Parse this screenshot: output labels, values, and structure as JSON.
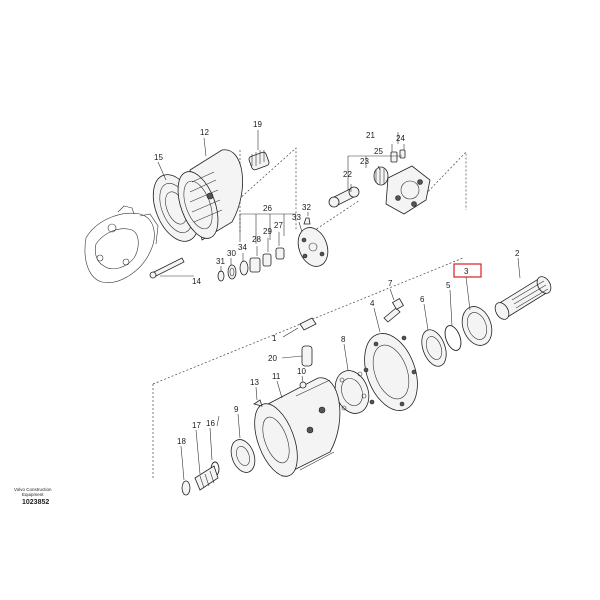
{
  "caption": {
    "brand_line1": "Volvo Construction",
    "brand_line2": "Equipment",
    "drawing_number": "1023852"
  },
  "highlight": {
    "part": "3",
    "color": "#d42020"
  },
  "callouts": [
    "1",
    "2",
    "3",
    "4",
    "5",
    "6",
    "7",
    "8",
    "9",
    "10",
    "11",
    "12",
    "13",
    "14",
    "15",
    "16",
    "17",
    "18",
    "19",
    "20",
    "21",
    "22",
    "23",
    "24",
    "25",
    "26",
    "27",
    "28",
    "29",
    "30",
    "31",
    "32",
    "33",
    "34"
  ]
}
